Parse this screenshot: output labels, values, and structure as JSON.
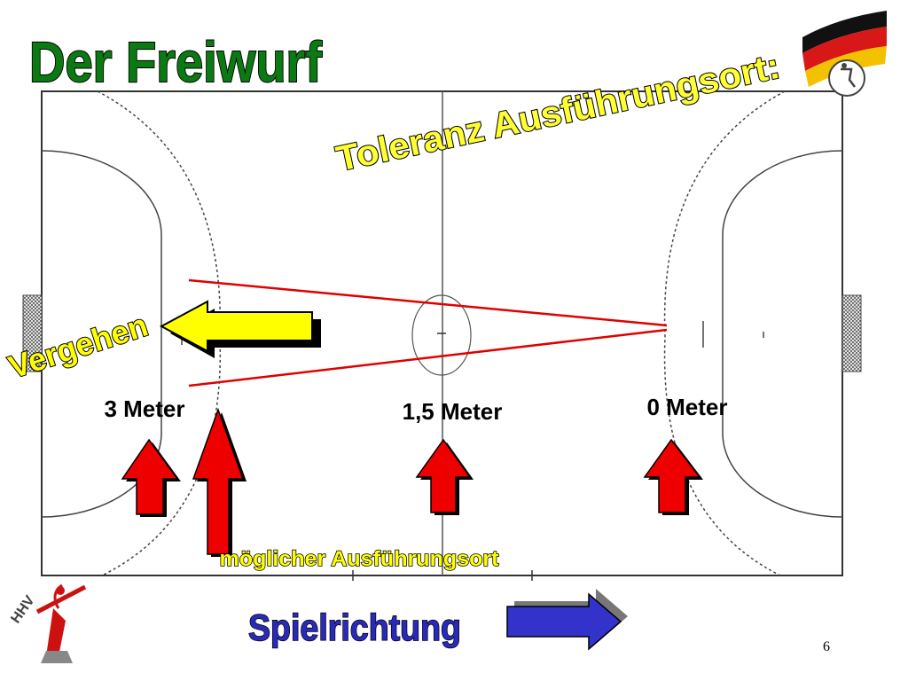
{
  "slide": {
    "title": "Der Freiwurf",
    "subtitle": "Toleranz Ausführungsort:",
    "page_number": "6"
  },
  "labels": {
    "vergehen": "Vergehen",
    "dist_3": "3 Meter",
    "dist_15": "1,5 Meter",
    "dist_0": "0 Meter",
    "possible_place": "möglicher Ausführungsort",
    "direction": "Spielrichtung"
  },
  "logos": {
    "left_logo_text": "HHV",
    "right_logo": "dhb-flag-emblem"
  },
  "colors": {
    "title_green": "#0b7a12",
    "title_outline": "#000000",
    "subtitle_yellow": "#ffff33",
    "highlight_yellow": "#ffff00",
    "arrow_red": "#ee0000",
    "line_red": "#e00000",
    "spielrichtung_blue": "#2a2ab8",
    "arrow_blue": "#3333cc",
    "court_line": "#333333"
  },
  "icons": [
    "yellow-arrow-left-icon",
    "red-arrow-up-icon",
    "blue-arrow-right-icon",
    "goal-net-icon"
  ]
}
